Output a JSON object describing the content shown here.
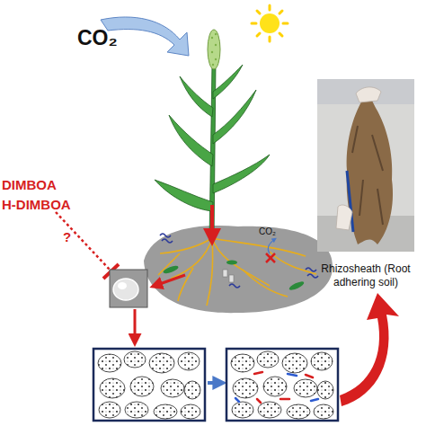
{
  "diagram": {
    "nodes": [
      {
        "text": [
          "Rhizosheath (Root adhering soil)"
        ]
      }
    ],
    "labels": [
      "CO₂",
      "CO₂",
      "DIMBOA",
      "H-DIMBOA",
      "?"
    ]
  }
}
